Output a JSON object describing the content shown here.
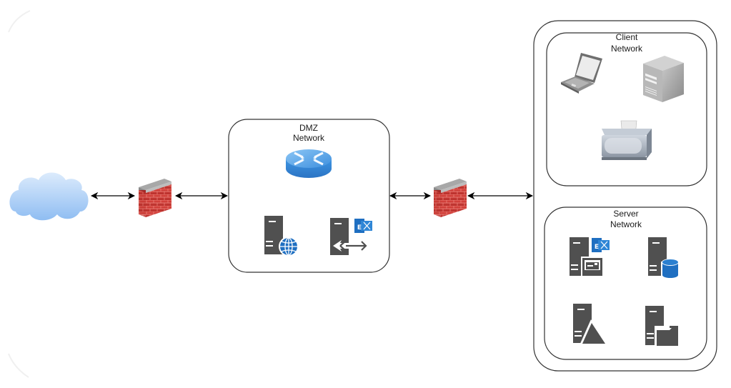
{
  "diagram": {
    "title": "",
    "colors": {
      "cloud": "#a9cdf5",
      "firewall_brick": "#c73a35",
      "firewall_cap": "#9a9a9a",
      "router": "#3f93e0",
      "server_dark": "#505050",
      "accent_blue": "#1f6fc1",
      "border": "#333333"
    },
    "nodes": {
      "internet": {
        "label": "",
        "icon": "cloud-icon"
      },
      "firewall_outer": {
        "label": "",
        "icon": "firewall-icon"
      },
      "dmz": {
        "label_line1": "DMZ",
        "label_line2": "Network",
        "items": [
          {
            "name": "router",
            "icon": "router-icon"
          },
          {
            "name": "web-server",
            "icon": "web-server-icon"
          },
          {
            "name": "exchange-edge-server",
            "icon": "exchange-edge-server-icon",
            "badge": "E"
          }
        ]
      },
      "firewall_inner": {
        "label": "",
        "icon": "firewall-icon"
      },
      "internal": {
        "client_network": {
          "label_line1": "Client",
          "label_line2": "Network",
          "items": [
            {
              "name": "laptop",
              "icon": "laptop-icon"
            },
            {
              "name": "workstation-tower",
              "icon": "tower-pc-icon"
            },
            {
              "name": "printer",
              "icon": "printer-icon"
            }
          ]
        },
        "server_network": {
          "label_line1": "Server",
          "label_line2": "Network",
          "items": [
            {
              "name": "exchange-mailbox-server",
              "icon": "exchange-mailbox-server-icon",
              "badge": "E"
            },
            {
              "name": "database-server",
              "icon": "database-server-icon"
            },
            {
              "name": "domain-controller",
              "icon": "domain-controller-server-icon"
            },
            {
              "name": "file-server",
              "icon": "file-server-icon"
            }
          ]
        }
      }
    },
    "edges": [
      {
        "from": "internet",
        "to": "firewall_outer",
        "type": "bidirectional"
      },
      {
        "from": "firewall_outer",
        "to": "dmz",
        "type": "bidirectional"
      },
      {
        "from": "dmz",
        "to": "firewall_inner",
        "type": "bidirectional"
      },
      {
        "from": "firewall_inner",
        "to": "internal",
        "type": "bidirectional"
      }
    ]
  }
}
